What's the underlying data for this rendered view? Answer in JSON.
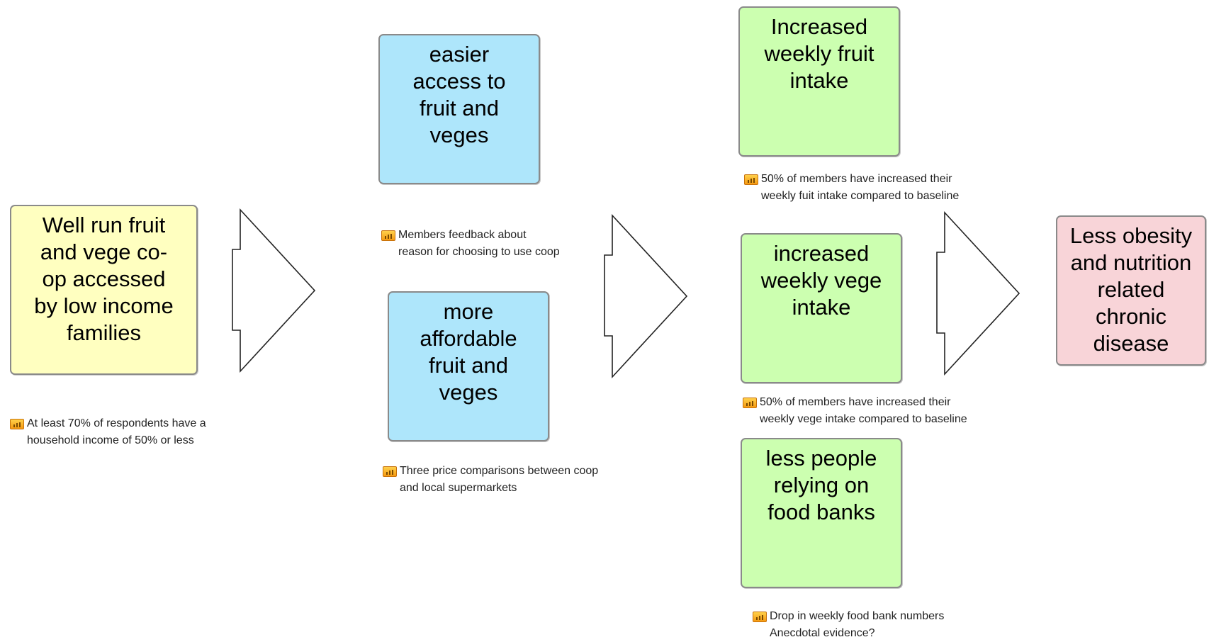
{
  "boxes": {
    "coop": "Well run fruit\nand vege co-\nop accessed\nby low income\nfamilies",
    "access": "easier\naccess to\nfruit and\nveges",
    "affordable": "more\naffordable\nfruit and\nveges",
    "fruit_intake": "Increased\nweekly fruit\nintake",
    "vege_intake": "increased\nweekly vege\nintake",
    "food_banks": "less people\nrelying on\nfood banks",
    "obesity": "Less obesity\nand nutrition\nrelated\nchronic\ndisease"
  },
  "indicators": {
    "income": "At least 70% of respondents have a\nhousehold income of 50% or less",
    "feedback": "Members feedback about\nreason for choosing to use coop",
    "price": "Three price comparisons between coop\nand local supermarkets",
    "fruit": "50% of members have increased their\nweekly fuit intake compared to baseline",
    "vege": "50% of members have increased their\nweekly vege intake compared to baseline",
    "foodbank": "Drop in weekly food bank numbers\nAnecdotal evidence?"
  },
  "colors": {
    "yellow_box": "#ffffc0",
    "blue_box": "#aee6fb",
    "green_box": "#ccffb0",
    "pink_box": "#f8d4d8",
    "indicator_icon": "#f59a12"
  },
  "icons": {
    "indicator": "bar-chart-icon",
    "connector": "arrow-right-icon"
  }
}
